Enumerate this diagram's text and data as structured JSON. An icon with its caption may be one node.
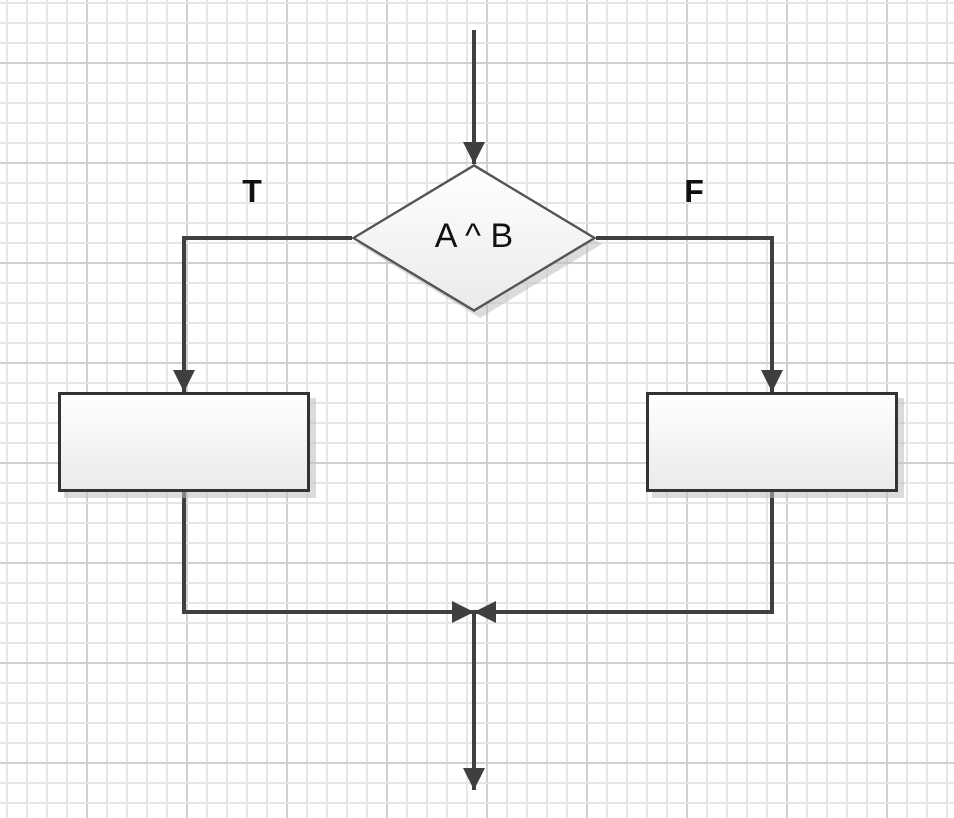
{
  "diagram": {
    "nodes": [
      {
        "text": [
          "A ^ B"
        ]
      },
      {
        "text": [],
        "shape": "box"
      },
      {
        "text": [],
        "shape": "box"
      }
    ],
    "edges": [
      {
        "from": null,
        "to": 0,
        "arrow": "to"
      },
      {
        "from": 0,
        "to": 1,
        "arrow": "to",
        "label": "T"
      },
      {
        "from": 0,
        "to": 2,
        "arrow": "to",
        "label": "F"
      },
      {
        "from": 1,
        "to": null,
        "arrow": "to"
      },
      {
        "from": 2,
        "to": null,
        "arrow": "to"
      }
    ]
  }
}
